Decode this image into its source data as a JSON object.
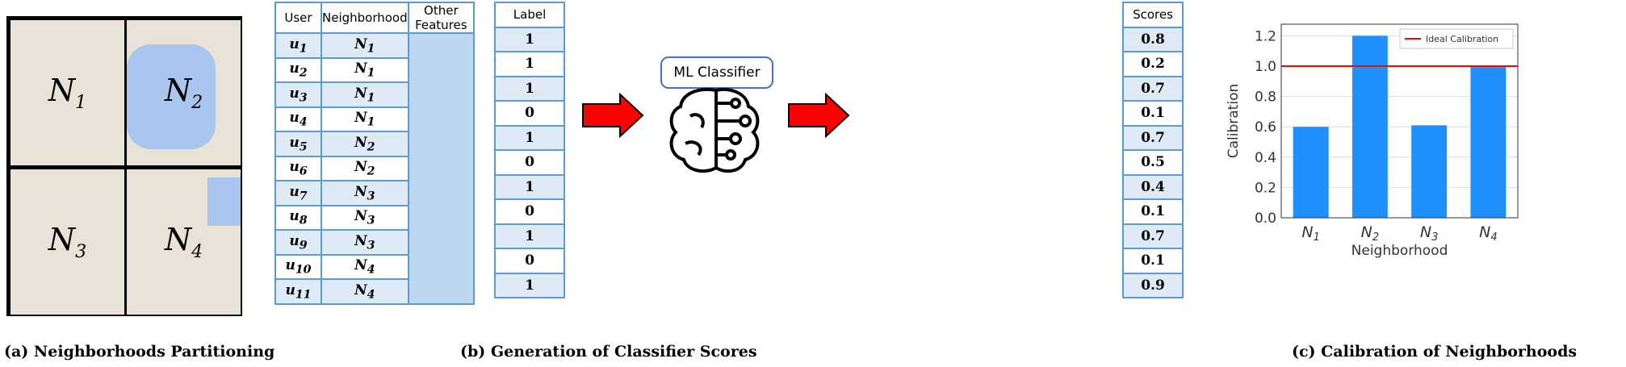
{
  "panel_a": {
    "caption": "(a) Neighborhoods Partitioning",
    "tiles": [
      {
        "label": "N",
        "sub": "1"
      },
      {
        "label": "N",
        "sub": "2"
      },
      {
        "label": "N",
        "sub": "3"
      },
      {
        "label": "N",
        "sub": "4"
      }
    ]
  },
  "panel_b": {
    "caption": "(b) Generation of Classifier Scores",
    "headers": {
      "user": "User",
      "neighborhood": "Neighborhood",
      "other": "Other Features",
      "label": "Label",
      "scores": "Scores"
    },
    "rows": [
      {
        "user": "u",
        "us": "1",
        "nb": "N",
        "ns": "1",
        "label": "1",
        "score": "0.8"
      },
      {
        "user": "u",
        "us": "2",
        "nb": "N",
        "ns": "1",
        "label": "1",
        "score": "0.2"
      },
      {
        "user": "u",
        "us": "3",
        "nb": "N",
        "ns": "1",
        "label": "1",
        "score": "0.7"
      },
      {
        "user": "u",
        "us": "4",
        "nb": "N",
        "ns": "1",
        "label": "0",
        "score": "0.1"
      },
      {
        "user": "u",
        "us": "5",
        "nb": "N",
        "ns": "2",
        "label": "1",
        "score": "0.7"
      },
      {
        "user": "u",
        "us": "6",
        "nb": "N",
        "ns": "2",
        "label": "0",
        "score": "0.5"
      },
      {
        "user": "u",
        "us": "7",
        "nb": "N",
        "ns": "3",
        "label": "1",
        "score": "0.4"
      },
      {
        "user": "u",
        "us": "8",
        "nb": "N",
        "ns": "3",
        "label": "0",
        "score": "0.1"
      },
      {
        "user": "u",
        "us": "9",
        "nb": "N",
        "ns": "3",
        "label": "1",
        "score": "0.7"
      },
      {
        "user": "u",
        "us": "10",
        "nb": "N",
        "ns": "4",
        "label": "0",
        "score": "0.1"
      },
      {
        "user": "u",
        "us": "11",
        "nb": "N",
        "ns": "4",
        "label": "1",
        "score": "0.9"
      }
    ],
    "classifier": "ML Classifier",
    "arrow_color": "#ff0000"
  },
  "panel_c": {
    "caption": "(c) Calibration of Neighborhoods"
  },
  "chart_data": {
    "type": "bar",
    "categories": [
      "N1",
      "N2",
      "N3",
      "N4"
    ],
    "values": [
      0.6,
      1.2,
      0.61,
      1.0
    ],
    "xlabel": "Neighborhood",
    "ylabel": "Calibration",
    "ylim": [
      0,
      1.25
    ],
    "yticks": [
      "0.0",
      "0.2",
      "0.4",
      "0.6",
      "0.8",
      "1.0",
      "1.2"
    ],
    "reference_line": {
      "name": "Ideal Calibration",
      "y": 1.0,
      "color": "#ff0000"
    },
    "bar_color": "#1e90ff",
    "grid": "y",
    "legend": "top-right"
  }
}
